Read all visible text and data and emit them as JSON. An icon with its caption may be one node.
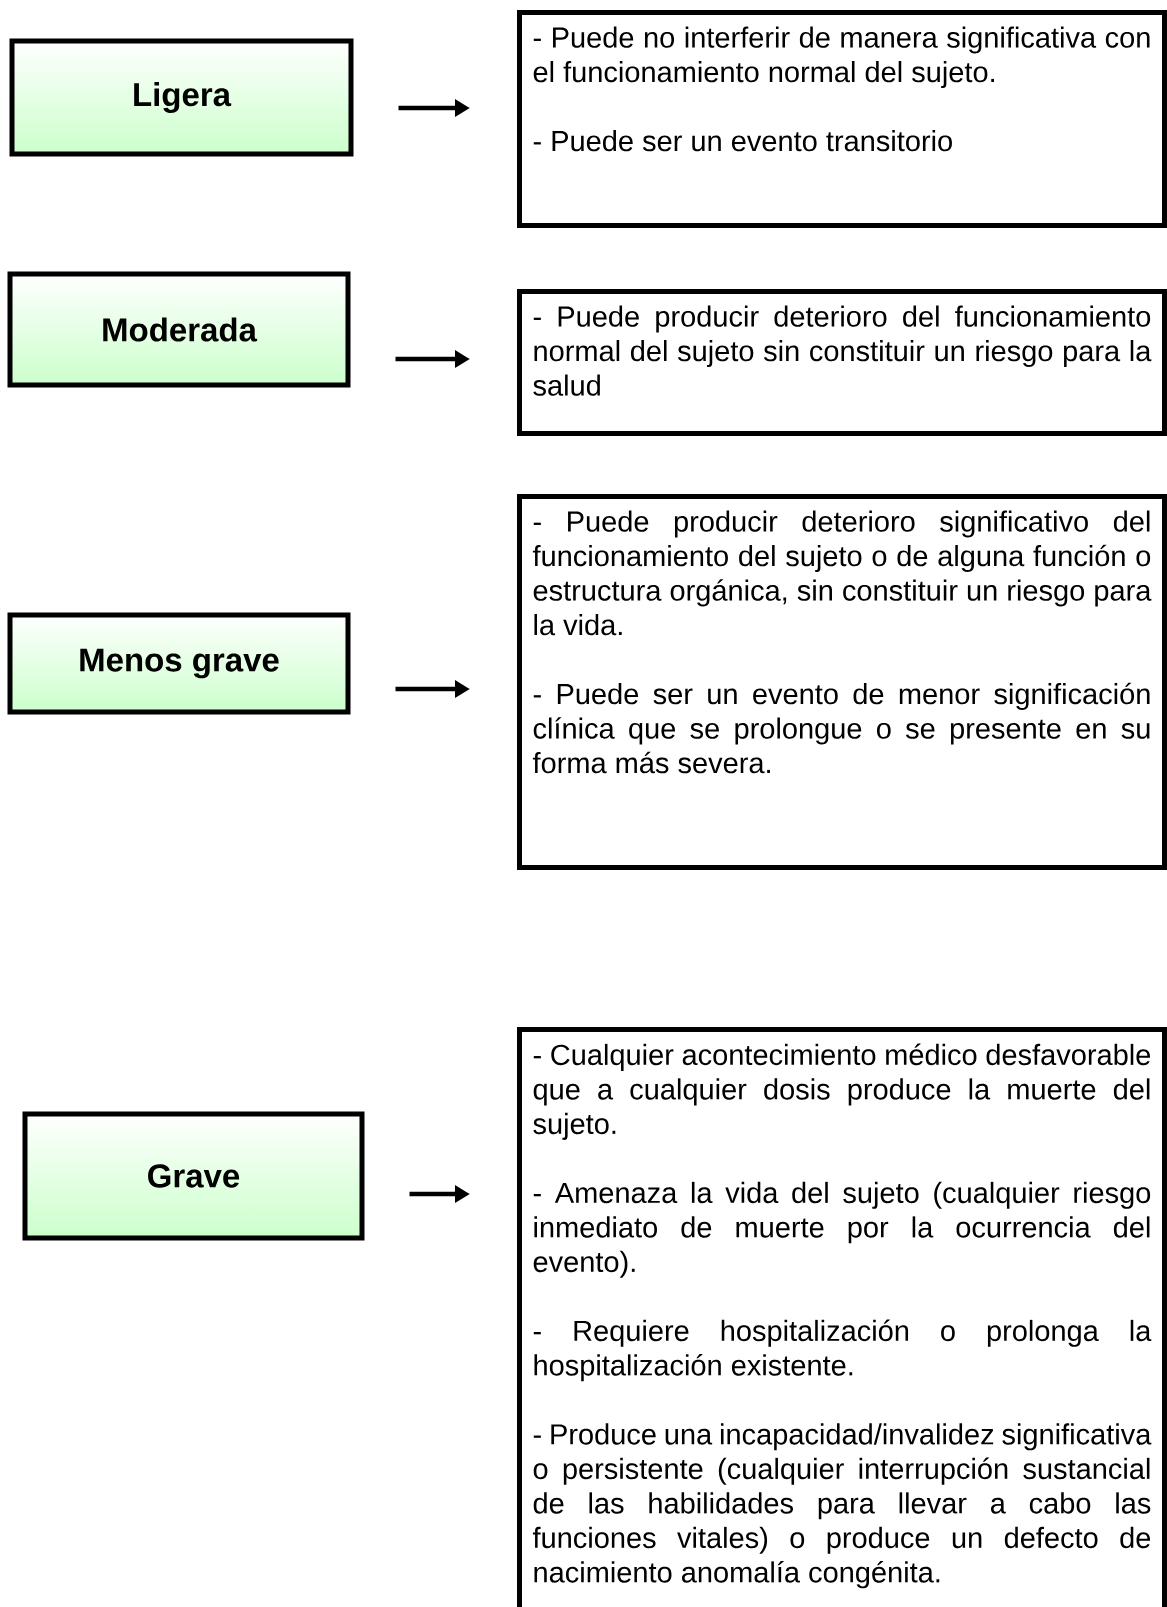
{
  "diagram": {
    "nodes": [
      {
        "text": [
          "Ligera"
        ]
      },
      {
        "text": [
          "Moderada"
        ]
      },
      {
        "text": [
          "Menos grave"
        ]
      },
      {
        "text": [
          "Grave"
        ]
      },
      {
        "text": [
          "- Puede no interferir de manera significativa con el funcionamiento normal del sujeto.",
          "- Puede ser un evento transitorio"
        ]
      },
      {
        "text": [
          "- Puede producir deterioro del funcionamiento normal del sujeto sin constituir un riesgo para la salud"
        ]
      },
      {
        "text": [
          "- Puede producir deterioro significativo del funcionamiento del sujeto o de alguna función o estructura orgánica, sin constituir un riesgo para la vida.",
          "- Puede ser un evento de menor significación clínica que se prolongue o se presente en su forma más severa."
        ]
      },
      {
        "text": [
          "- Cualquier acontecimiento médico desfavorable que a cualquier dosis produce la muerte del sujeto.",
          "- Amenaza la vida del sujeto (cualquier riesgo inmediato de muerte por la ocurrencia del evento).",
          "- Requiere hospitalización o prolonga la hospitalización existente.",
          "- Produce una incapacidad/invalidez significativa o persistente (cualquier interrupción sustancial de las habilidades para llevar a cabo las funciones vitales) o produce un defecto de nacimiento anomalía congénita."
        ]
      }
    ],
    "edges": [
      {
        "from": 0,
        "to": 4,
        "arrow": "to"
      },
      {
        "from": 1,
        "to": 5,
        "arrow": "to"
      },
      {
        "from": 2,
        "to": 6,
        "arrow": "to"
      },
      {
        "from": 3,
        "to": 7,
        "arrow": "to"
      }
    ]
  }
}
